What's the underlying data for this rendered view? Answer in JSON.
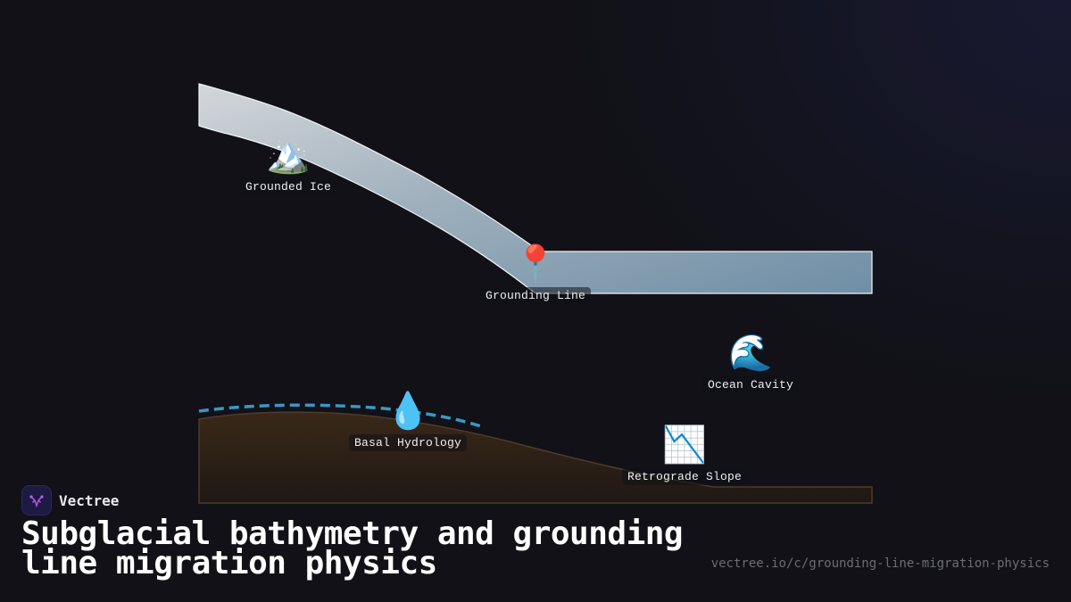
{
  "brand": {
    "name": "Vectree",
    "logo_icon": "vectree-logo-icon"
  },
  "title": "Subglacial bathymetry and grounding line migration physics",
  "url": "vectree.io/c/grounding-line-migration-physics",
  "colors": {
    "background": "#111117",
    "ice_light": "#d2d6da",
    "ice_dark": "#7492aa",
    "bedrock": "#35241a",
    "bedrock_edge": "#5a4535",
    "water_dash": "#3a97c4",
    "logo_bg": "#1d1a44",
    "logo_accent": "#b04fd6"
  },
  "nodes": [
    {
      "id": "grounded-ice",
      "icon": "mountain-snow-icon",
      "emoji": "🏔️",
      "label": "Grounded Ice"
    },
    {
      "id": "grounding-line",
      "icon": "pushpin-icon",
      "emoji": "📍",
      "label": "Grounding Line"
    },
    {
      "id": "ocean-cavity",
      "icon": "wave-icon",
      "emoji": "🌊",
      "label": "Ocean Cavity"
    },
    {
      "id": "basal-hydrology",
      "icon": "droplet-icon",
      "emoji": "💧",
      "label": "Basal Hydrology"
    },
    {
      "id": "retrograde-slope",
      "icon": "chart-decreasing-icon",
      "emoji": "📉",
      "label": "Retrograde Slope"
    }
  ]
}
